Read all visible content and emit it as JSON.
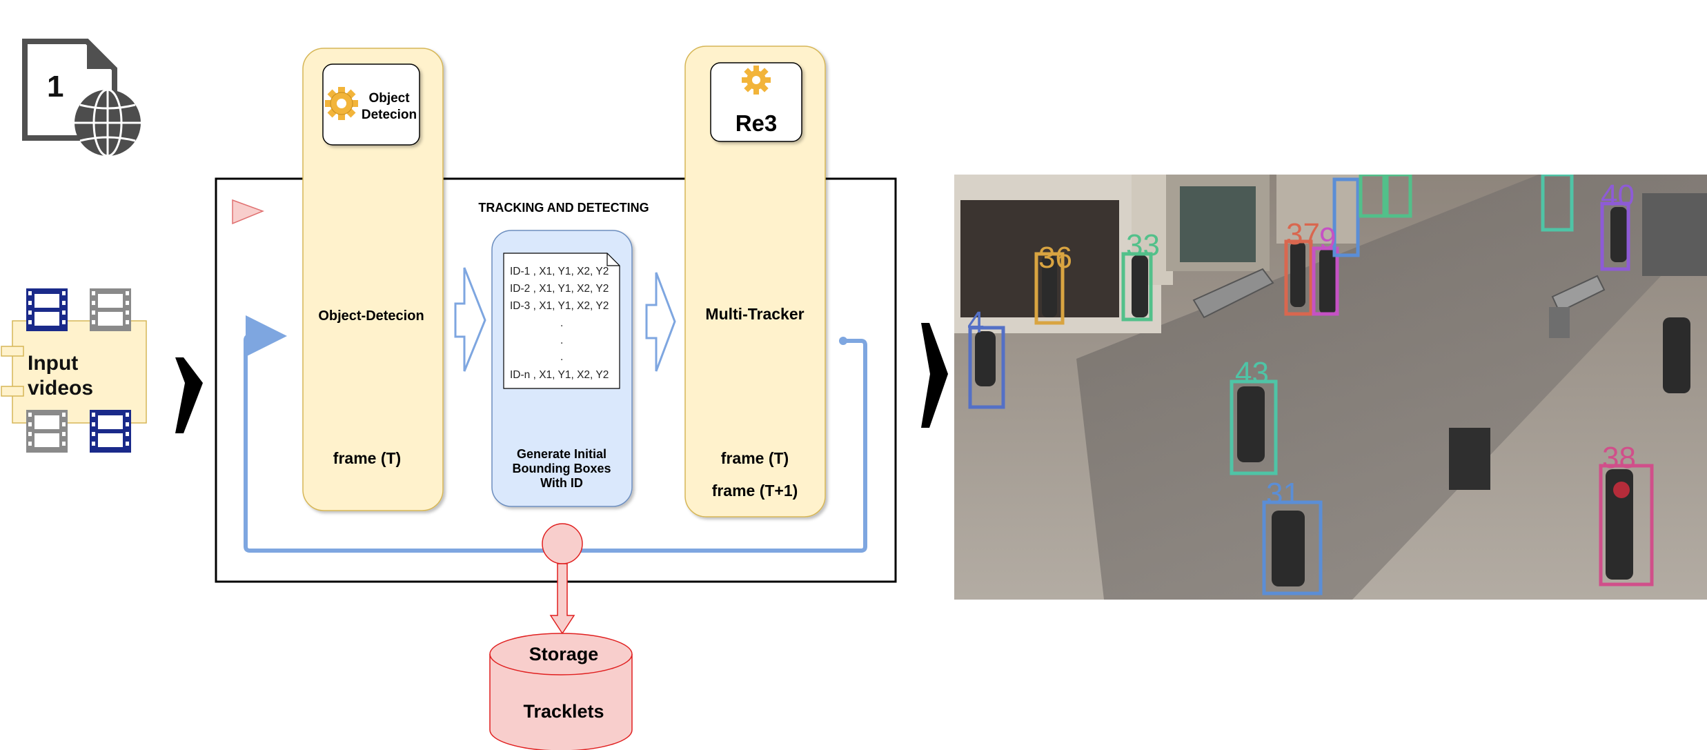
{
  "badge": {
    "number": "1"
  },
  "input": {
    "label_line1": "Input",
    "label_line2": "videos"
  },
  "main_box": {
    "title": "TRACKING AND DETECTING"
  },
  "detection": {
    "module_label_line1": "Object",
    "module_label_line2": "Detecion",
    "stage_label": "Object-Detecion",
    "frame_label": "frame (T)"
  },
  "bbox": {
    "lines": [
      "ID-1 , X1, Y1, X2, Y2",
      "ID-2 , X1, Y1, X2, Y2",
      "ID-3 , X1, Y1, X2, Y2",
      ".",
      ".",
      ".",
      "ID-n , X1, Y1, X2, Y2"
    ],
    "caption_line1": "Generate Initial",
    "caption_line2": "Bounding Boxes",
    "caption_line3": "With ID"
  },
  "tracker": {
    "module_label": "Re3",
    "stage_label": "Multi-Tracker",
    "frame_label_1": "frame (T)",
    "frame_label_2": "frame (T+1)"
  },
  "storage": {
    "label_top": "Storage",
    "label_bottom": "Tracklets"
  },
  "tracked_frame": {
    "track_ids": [
      {
        "id": "4",
        "color": "#5470c6"
      },
      {
        "id": "36",
        "color": "#d9a441"
      },
      {
        "id": "33",
        "color": "#52c08a"
      },
      {
        "id": "37",
        "color": "#d9674f"
      },
      {
        "id": "9",
        "color": "#c552c4"
      },
      {
        "id": "40",
        "color": "#8e5bd6"
      },
      {
        "id": "43",
        "color": "#4fc4a6"
      },
      {
        "id": "31",
        "color": "#5b8ed6"
      },
      {
        "id": "38",
        "color": "#d04f8a"
      }
    ]
  },
  "colors": {
    "stage_fill": "#fff2cc",
    "stage_stroke": "#d6b656",
    "bbox_fill": "#dae8fc",
    "bbox_stroke": "#6c8ebf",
    "loop_line": "#7ea6e0",
    "storage_fill": "#f8cecc",
    "storage_stroke": "#e01f1f",
    "film_blue": "#1a2a8a",
    "film_gray": "#8a8a8a"
  }
}
